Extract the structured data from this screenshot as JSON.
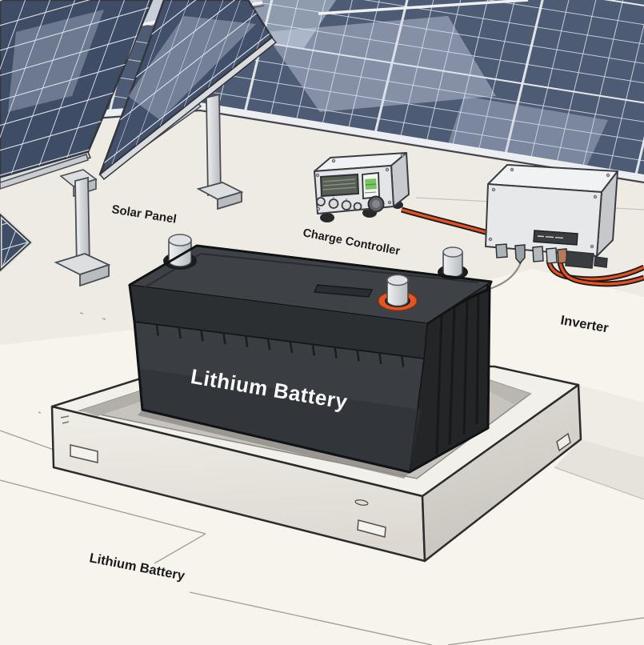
{
  "illustration": {
    "description": "Cartoon diagram of an off-grid solar power system with panels, charge controller, inverter and lithium battery in a tray",
    "labels": {
      "solar_panel": "Solar Panel",
      "charge_controller": "Charge Controller",
      "inverter": "Inverter",
      "battery_face": "Lithium Battery",
      "battery_ground": "Lithium Battery"
    },
    "components": [
      "solar-panel-array",
      "ground-mount-solar-panels",
      "charge-controller",
      "inverter",
      "lithium-battery",
      "battery-tray"
    ],
    "colors": {
      "background": "#f7f4ee",
      "solar_cell": "#43506a",
      "solar_grid_line": "#e3e7ed",
      "battery_body": "#3a3d41",
      "battery_text": "#fafafa",
      "terminal_ring_orange": "#e65420",
      "wire_red": "#e8511f",
      "metal_gray": "#c7cacd",
      "tray_white": "#f2f0ea"
    }
  }
}
